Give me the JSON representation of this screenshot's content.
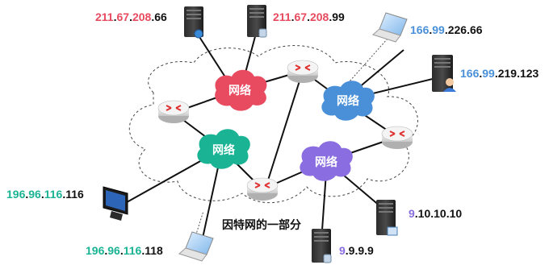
{
  "diagram": {
    "clouds": {
      "red": {
        "label": "网络",
        "color": "#e84a5f"
      },
      "blue": {
        "label": "网络",
        "color": "#4a90d9"
      },
      "green": {
        "label": "网络",
        "color": "#1ab394"
      },
      "purple": {
        "label": "网络",
        "color": "#8a6de0"
      }
    },
    "caption": "因特网的一部分",
    "hosts": {
      "server_tl": {
        "parts": [
          "211",
          ".",
          "67",
          ".",
          "208",
          ".66"
        ],
        "colors": [
          "#e84a5f",
          "#111111",
          "#e84a5f",
          "#111111",
          "#e84a5f",
          "#111111"
        ]
      },
      "server_tm": {
        "parts": [
          "211",
          ".",
          "67",
          ".",
          "208",
          ".99"
        ],
        "colors": [
          "#e84a5f",
          "#111111",
          "#e84a5f",
          "#111111",
          "#e84a5f",
          "#111111"
        ]
      },
      "laptop_tr": {
        "parts": [
          "166",
          ".",
          "99",
          ".226.66"
        ],
        "colors": [
          "#4a90d9",
          "#111111",
          "#4a90d9",
          "#111111"
        ]
      },
      "server_r": {
        "parts": [
          "166",
          ".",
          "99",
          ".219.123"
        ],
        "colors": [
          "#4a90d9",
          "#111111",
          "#4a90d9",
          "#111111"
        ]
      },
      "pc_l": {
        "parts": [
          "196",
          ".",
          "96",
          ".",
          "116",
          ".116"
        ],
        "colors": [
          "#1ab394",
          "#111111",
          "#1ab394",
          "#111111",
          "#1ab394",
          "#111111"
        ]
      },
      "laptop_bl": {
        "parts": [
          "196",
          ".",
          "96",
          ".",
          "116",
          ".118"
        ],
        "colors": [
          "#1ab394",
          "#111111",
          "#1ab394",
          "#111111",
          "#1ab394",
          "#111111"
        ]
      },
      "server_br1": {
        "parts": [
          "9",
          ".10.10.10"
        ],
        "colors": [
          "#8a6de0",
          "#111111"
        ]
      },
      "server_br2": {
        "parts": [
          "9",
          ".9.9.9"
        ],
        "colors": [
          "#8a6de0",
          "#111111"
        ]
      }
    }
  }
}
